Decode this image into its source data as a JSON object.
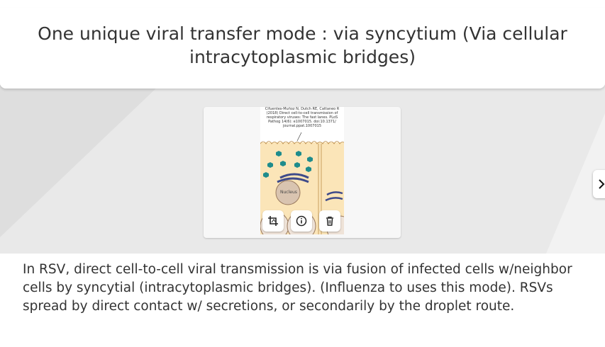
{
  "title": "One unique viral transfer mode : via syncytium (Via cellular intracytoplasmic bridges)",
  "image": {
    "citation": "Cifuentes-Muñoz N, Dutch RE, Cattaneo R (2018) Direct cell-to-cell transmission of respiratory viruses: The fast lanes. PLoS Pathog 14(6): e1007015. doi:10.1371/ journal.ppat.1007015",
    "nucleus_label": "Nucleus",
    "cell_bg_color": "#fbe5b8",
    "virion_color": "#1f8c8c"
  },
  "toolbar": {
    "crop_icon": "crop-icon",
    "info_icon": "info-icon",
    "delete_icon": "trash-icon"
  },
  "nav": {
    "next_icon": "chevron-right-icon"
  },
  "body": "In RSV, direct cell-to-cell viral transmission is via fusion of infected cells w/neighbor cells by syncytial (intracytoplasmic bridges). (Influenza to uses this mode). RSVs spread by direct contact w/ secretions, or secondarily by the droplet route."
}
